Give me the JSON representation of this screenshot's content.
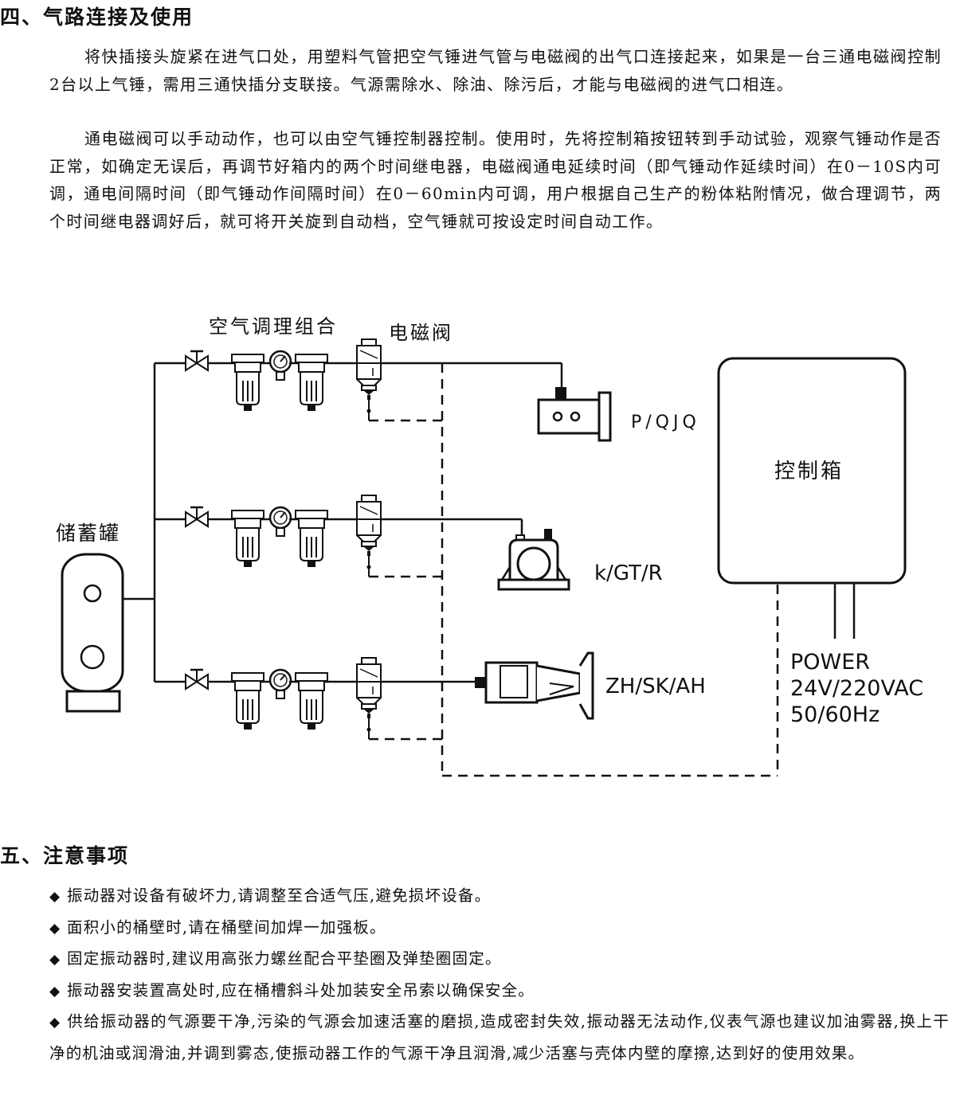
{
  "section4": {
    "title": "四、气路连接及使用",
    "paragraph1": "将快插接头旋紧在进气口处，用塑料气管把空气锤进气管与电磁阀的出气口连接起来，如果是一台三通电磁阀控制2台以上气锤，需用三通快插分支联接。气源需除水、除油、除污后，才能与电磁阀的进气口相连。",
    "paragraph2": "通电磁阀可以手动动作，也可以由空气锤控制器控制。使用时，先将控制箱按钮转到手动试验，观察气锤动作是否正常，如确定无误后，再调节好箱内的两个时间继电器，电磁阀通电延续时间（即气锤动作延续时间）在0－10S内可调，通电间隔时间（即气锤动作间隔时间）在0－60min内可调，用户根据自己生产的粉体粘附情况，做合理调节，两个时间继电器调好后，就可将开关旋到自动档，空气锤就可按设定时间自动工作。"
  },
  "diagram": {
    "label_air_treatment": "空气调理组合",
    "label_solenoid": "电磁阀",
    "label_tank": "储蓄罐",
    "label_control_box": "控制箱",
    "hammer_1": "P/QJQ",
    "hammer_2": "k/GT/R",
    "hammer_3": "ZH/SK/AH",
    "power_line1": "POWER",
    "power_line2": "24V/220VAC",
    "power_line3": "50/60Hz"
  },
  "section5": {
    "title": "五、注意事项",
    "bullet_symbol": "◆",
    "notes": [
      "振动器对设备有破坏力,请调整至合适气压,避免损坏设备。",
      "面积小的桶壁时,请在桶壁间加焊一加强板。",
      "固定振动器时,建议用高张力螺丝配合平垫圈及弹垫圈固定。",
      "振动器安装置高处时,应在桶槽斜斗处加装安全吊索以确保安全。",
      "供给振动器的气源要干净,污染的气源会加速活塞的磨损,造成密封失效,振动器无法动作,仪表气源也建议加油雾器,换上干净的机油或润滑油,并调到雾态,使振动器工作的气源干净且润滑,减少活塞与壳体内壁的摩擦,达到好的使用效果。"
    ]
  }
}
